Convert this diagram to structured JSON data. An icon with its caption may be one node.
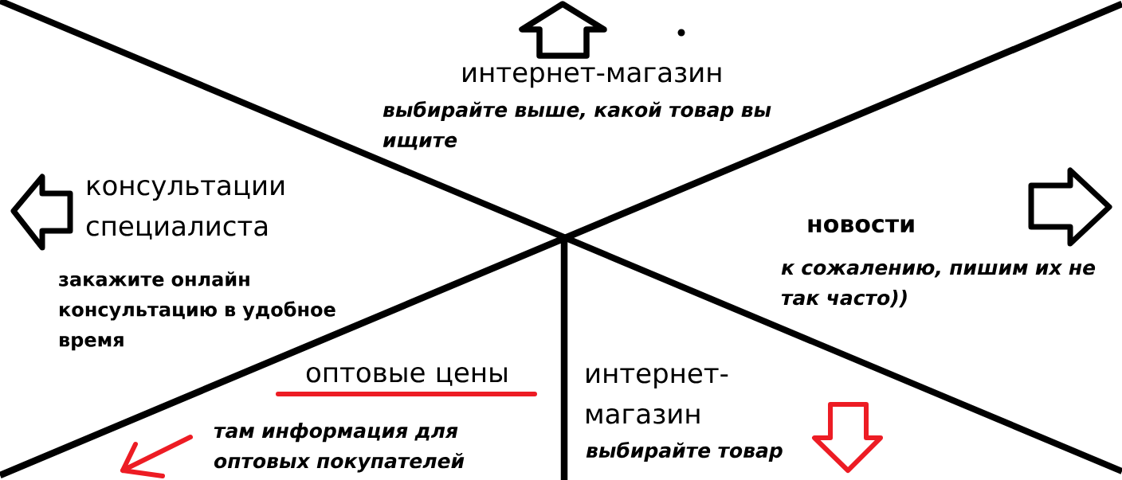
{
  "diagram": {
    "labels": [
      "интернет-магазин",
      "выбирайте выше, какой товар вы ищите",
      "консультации специалиста",
      "закажите онлайн консультацию в удобное время",
      "новости",
      "к сожалению, пишим их не так часто))",
      "оптовые цены",
      "там информация для оптовых покупателей",
      "интернет-магазин",
      "выбирайте товар"
    ]
  }
}
